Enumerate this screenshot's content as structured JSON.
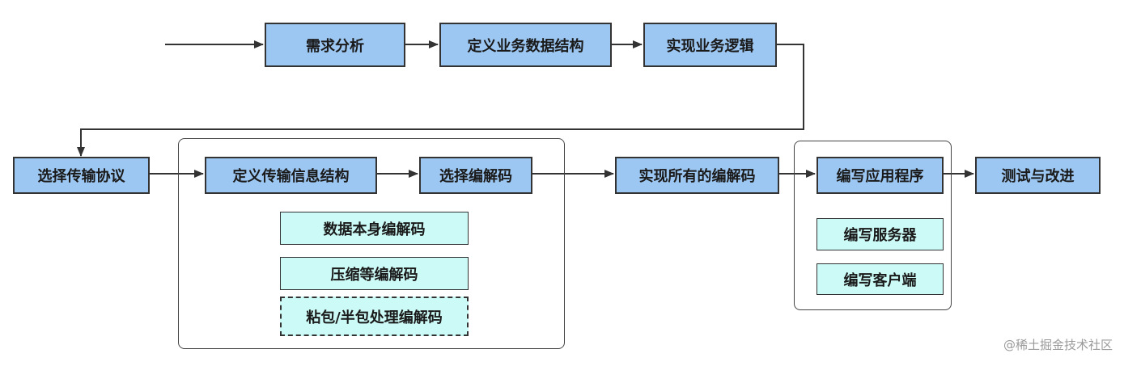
{
  "nodes": {
    "requirement_analysis": "需求分析",
    "define_business_data": "定义业务数据结构",
    "implement_business_logic": "实现业务逻辑",
    "choose_protocol": "选择传输协议",
    "define_transfer_info": "定义传输信息结构",
    "choose_codec": "选择编解码",
    "implement_all_codecs": "实现所有的编解码",
    "write_application": "编写应用程序",
    "test_and_improve": "测试与改进"
  },
  "codec_options": {
    "data_codec": "数据本身编解码",
    "compression_codec": "压缩等编解码",
    "packet_codec": "粘包/半包处理编解码"
  },
  "app_options": {
    "server": "编写服务器",
    "client": "编写客户端"
  },
  "watermark": "@稀土掘金技术社区",
  "colors": {
    "primary_fill": "#9cc7f2",
    "sub_fill": "#ccfbf7",
    "stroke": "#333333"
  }
}
